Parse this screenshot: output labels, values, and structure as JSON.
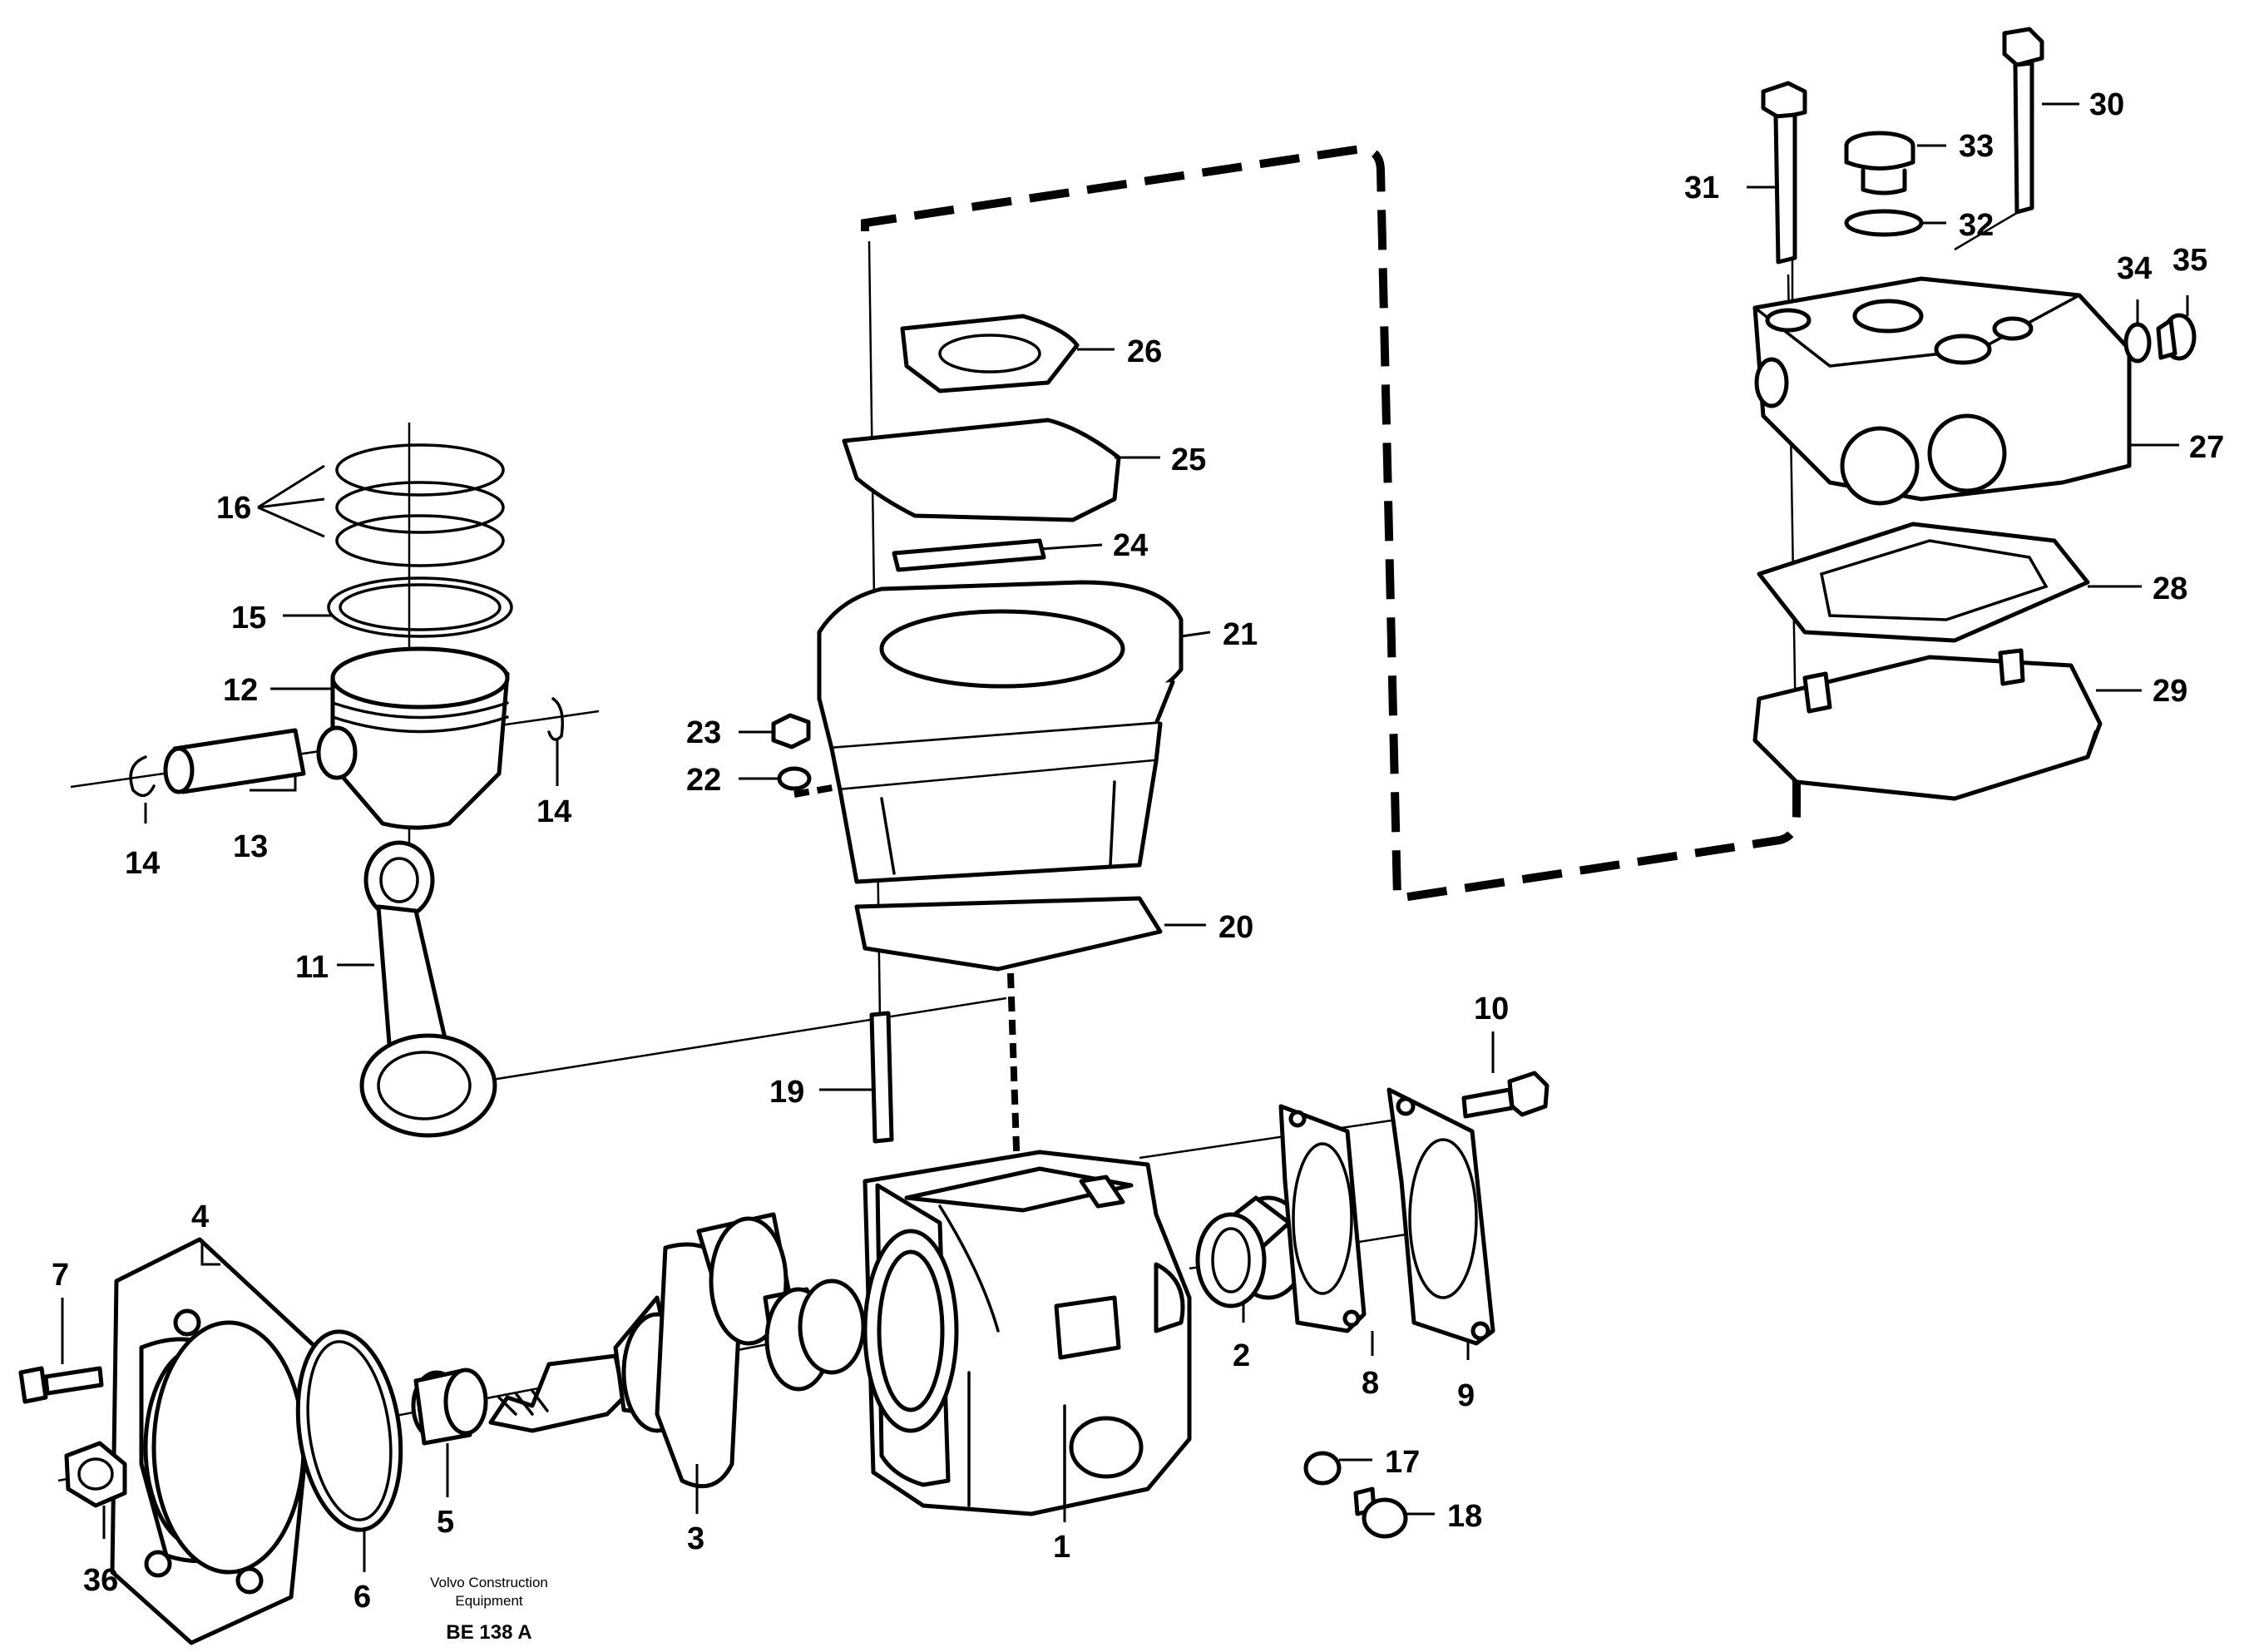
{
  "callouts": [
    "1",
    "2",
    "3",
    "4",
    "5",
    "6",
    "7",
    "8",
    "9",
    "10",
    "11",
    "12",
    "13",
    "14",
    "14",
    "15",
    "16",
    "17",
    "18",
    "19",
    "20",
    "21",
    "22",
    "23",
    "24",
    "25",
    "26",
    "27",
    "28",
    "29",
    "30",
    "31",
    "32",
    "33",
    "34",
    "35",
    "36"
  ],
  "caption": {
    "line1": "Volvo Construction",
    "line2": "Equipment",
    "code": "BE 138 A"
  }
}
